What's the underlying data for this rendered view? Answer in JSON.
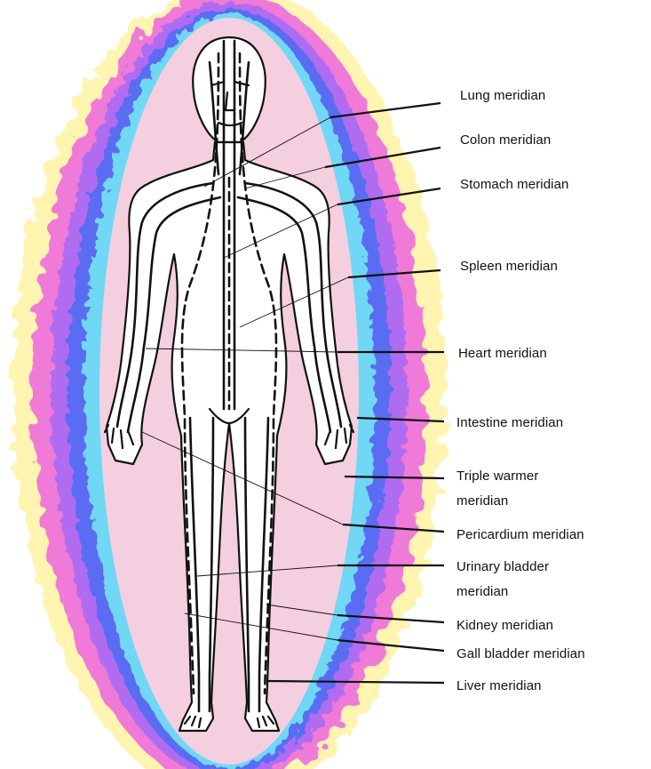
{
  "diagram": {
    "labels": [
      {
        "id": "lung",
        "text": "Lung meridian"
      },
      {
        "id": "colon",
        "text": "Colon meridian"
      },
      {
        "id": "stomach",
        "text": "Stomach meridian"
      },
      {
        "id": "spleen",
        "text": "Spleen meridian"
      },
      {
        "id": "heart",
        "text": "Heart meridian"
      },
      {
        "id": "intestine",
        "text": "Intestine meridian"
      },
      {
        "id": "triple-warmer",
        "text": "Triple warmer meridian"
      },
      {
        "id": "pericardium",
        "text": "Pericardium meridian"
      },
      {
        "id": "urinary-bladder",
        "text": "Urinary bladder meridian"
      },
      {
        "id": "kidney",
        "text": "Kidney meridian"
      },
      {
        "id": "gall-bladder",
        "text": "Gall bladder meridian"
      },
      {
        "id": "liver",
        "text": "Liver meridian"
      }
    ],
    "colors": {
      "background": "#ffffff",
      "aura_yellow": "#fff4b0",
      "aura_magenta": "#f07ad8",
      "aura_violet": "#b06cf0",
      "aura_blue": "#5a6cf2",
      "aura_cyan": "#6fd8f4",
      "inner_glow": "#f4cfe0",
      "body_fill": "#ffffff",
      "line": "#111111"
    }
  }
}
